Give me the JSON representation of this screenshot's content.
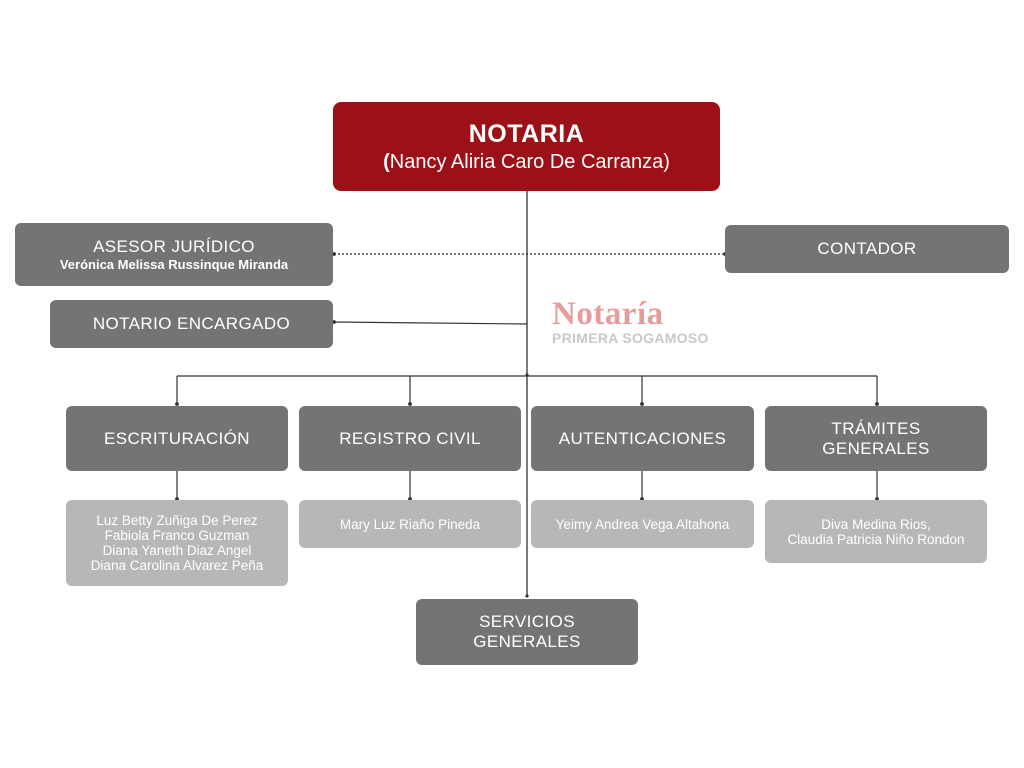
{
  "root": {
    "title": "NOTARIA",
    "subtitle_open": "(",
    "subtitle_name": "Nancy Aliria Caro De Carranza",
    "subtitle_close": ")"
  },
  "asesor": {
    "title": "ASESOR JURÍDICO",
    "name": "Verónica Melissa Russinque Miranda"
  },
  "contador": {
    "title": "CONTADOR"
  },
  "notario_encargado": {
    "title": "NOTARIO ENCARGADO"
  },
  "watermark": {
    "line1": "Notaría",
    "line2": "PRIMERA SOGAMOSO"
  },
  "departments": [
    {
      "title": "ESCRITURACIÓN",
      "staff": [
        "Luz Betty Zuñiga De Perez",
        "Fabiola Franco Guzman",
        "Diana Yaneth Diaz Angel",
        "Diana Carolina Alvarez Peña"
      ]
    },
    {
      "title": "REGISTRO CIVIL",
      "staff": [
        "Mary Luz Riaño Pineda"
      ]
    },
    {
      "title": "AUTENTICACIONES",
      "staff": [
        "Yeimy Andrea Vega Altahona"
      ]
    },
    {
      "title_line1": "TRÁMITES",
      "title_line2": "GENERALES",
      "staff": [
        "Diva Medina Rios,",
        "Claudia Patricia Niño Rondon"
      ]
    }
  ],
  "servicios": {
    "line1": "SERVICIOS",
    "line2": "GENERALES"
  },
  "colors": {
    "root": "#9c1018",
    "dark_box": "#747474",
    "light_box": "#b7b7b7",
    "connector": "#333333"
  }
}
